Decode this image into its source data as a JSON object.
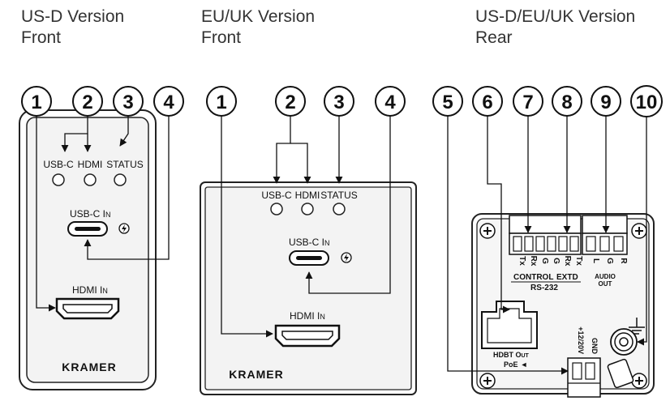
{
  "headings": {
    "us_front": {
      "line1": "US-D Version",
      "line2": "Front"
    },
    "eu_front": {
      "line1": "EU/UK  Version",
      "line2": "Front"
    },
    "rear": {
      "line1": "US-D/EU/UK  Version",
      "line2": "Rear"
    }
  },
  "callouts": {
    "us": [
      "1",
      "2",
      "3",
      "4"
    ],
    "eu": [
      "1",
      "2",
      "3",
      "4"
    ],
    "rear": [
      "5",
      "6",
      "7",
      "8",
      "9",
      "10"
    ]
  },
  "front_labels": {
    "usb_c": "USB-C",
    "hdmi": "HDMI",
    "status": "STATUS",
    "usb_c_in_main": "USB-C I",
    "usb_c_in_small": "N",
    "hdmi_in_main": "HDMI I",
    "hdmi_in_small": "N",
    "brand": "KRAMER"
  },
  "rear_labels": {
    "pins": [
      "Tx",
      "Rx",
      "G",
      "G",
      "Rx",
      "Tx",
      "L",
      "G",
      "R"
    ],
    "control": "CONTROL",
    "extd": "EXTD",
    "rs232": "RS-232",
    "audio": "AUDIO",
    "out": "OUT",
    "hdbt_main": "HDBT O",
    "hdbt_small": "UT",
    "poe": "PoE",
    "poe_arrow": "◄",
    "power": "+12/20V",
    "gnd": "GND"
  }
}
